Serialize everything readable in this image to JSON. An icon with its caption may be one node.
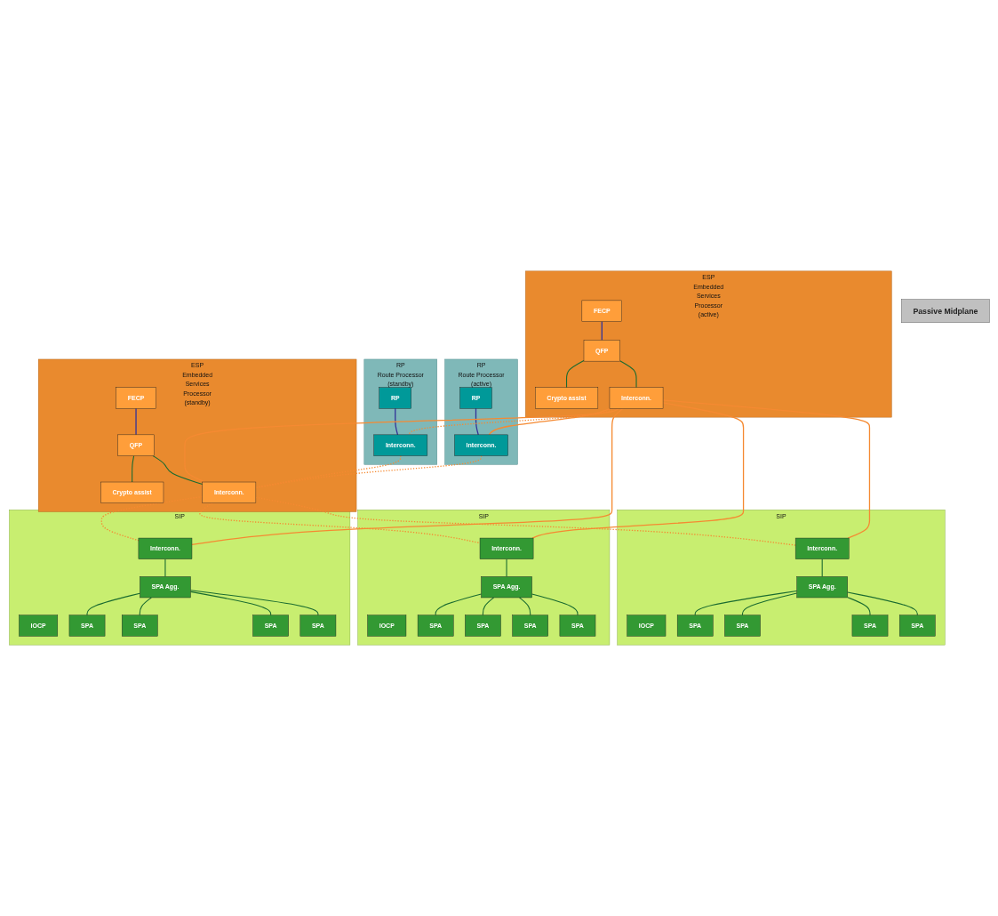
{
  "diagram": {
    "nodes": [
      {
        "text": [
          "ESP",
          "Embedded Services Processor (active)"
        ]
      },
      {
        "text": [
          "FECP"
        ],
        "in": 0
      },
      {
        "text": [
          "QFP"
        ],
        "in": 0
      },
      {
        "text": [
          "Crypto assist"
        ],
        "in": 0
      },
      {
        "text": [
          "Interconn."
        ],
        "in": 0
      },
      {
        "text": [
          "RP",
          "Route Processor (active)"
        ]
      },
      {
        "text": [
          "RP"
        ],
        "in": 5
      },
      {
        "text": [
          "Interconn."
        ],
        "in": 5
      },
      {
        "text": [
          "RP",
          "Route Processor (standby)"
        ]
      },
      {
        "text": [
          "RP"
        ],
        "in": 8
      },
      {
        "text": [
          "Interconn."
        ],
        "in": 8
      },
      {
        "text": [
          "ESP",
          "Embedded Services Processor (standby)"
        ]
      },
      {
        "text": [
          "FECP"
        ],
        "in": 11
      },
      {
        "text": [
          "QFP"
        ],
        "in": 11
      },
      {
        "text": [
          "Crypto assist"
        ],
        "in": 11
      },
      {
        "text": [
          "Interconn."
        ],
        "in": 11
      },
      {
        "text": [
          "Passive Midplane"
        ]
      },
      {
        "text": [
          "SIP"
        ]
      },
      {
        "text": [
          "Interconn."
        ],
        "in": 17
      },
      {
        "text": [
          "SPA Agg."
        ],
        "in": 17
      },
      {
        "text": [
          "IOCP"
        ],
        "in": 17
      },
      {
        "text": [
          "SPA"
        ],
        "in": 17
      },
      {
        "text": [
          "SPA"
        ],
        "in": 17
      },
      {
        "text": [
          "SPA"
        ],
        "in": 17
      },
      {
        "text": [
          "SPA"
        ],
        "in": 17
      },
      {
        "text": [
          "SIP"
        ]
      },
      {
        "text": [
          "Interconn."
        ],
        "in": 25
      },
      {
        "text": [
          "SPA Agg."
        ],
        "in": 25
      },
      {
        "text": [
          "IOCP"
        ],
        "in": 25
      },
      {
        "text": [
          "SPA"
        ],
        "in": 25
      },
      {
        "text": [
          "SPA"
        ],
        "in": 25
      },
      {
        "text": [
          "SPA"
        ],
        "in": 25
      },
      {
        "text": [
          "SPA"
        ],
        "in": 25
      },
      {
        "text": [
          "SIP"
        ]
      },
      {
        "text": [
          "Interconn."
        ],
        "in": 33
      },
      {
        "text": [
          "SPA Agg."
        ],
        "in": 33
      },
      {
        "text": [
          "IOCP"
        ],
        "in": 33
      },
      {
        "text": [
          "SPA"
        ],
        "in": 33
      },
      {
        "text": [
          "SPA"
        ],
        "in": 33
      },
      {
        "text": [
          "SPA"
        ],
        "in": 33
      },
      {
        "text": [
          "SPA"
        ],
        "in": 33
      }
    ],
    "edges": [
      {
        "from": 1,
        "to": 2,
        "arrow": "none",
        "color": "#333399"
      },
      {
        "from": 2,
        "to": 3,
        "arrow": "none"
      },
      {
        "from": 2,
        "to": 4,
        "arrow": "none"
      },
      {
        "from": 6,
        "to": 7,
        "arrow": "none",
        "color": "#333399"
      },
      {
        "from": 9,
        "to": 10,
        "arrow": "none",
        "color": "#333399"
      },
      {
        "from": 12,
        "to": 13,
        "arrow": "none",
        "color": "#333399"
      },
      {
        "from": 13,
        "to": 14,
        "arrow": "none"
      },
      {
        "from": 13,
        "to": 15,
        "arrow": "none"
      },
      {
        "from": 4,
        "to": 7,
        "arrow": "none",
        "color": "#f58a32"
      },
      {
        "from": 4,
        "to": 10,
        "arrow": "none",
        "style": "dashed",
        "color": "#f58a32"
      },
      {
        "from": 4,
        "to": 15,
        "arrow": "none",
        "color": "#f58a32"
      },
      {
        "from": 7,
        "to": 15,
        "arrow": "none",
        "style": "dashed",
        "color": "#f58a32"
      },
      {
        "from": 10,
        "to": 15,
        "arrow": "none",
        "style": "dashed",
        "color": "#f58a32"
      },
      {
        "from": 4,
        "to": 18,
        "arrow": "none",
        "color": "#f58a32"
      },
      {
        "from": 4,
        "to": 26,
        "arrow": "none",
        "color": "#f58a32"
      },
      {
        "from": 4,
        "to": 34,
        "arrow": "none",
        "color": "#f58a32"
      },
      {
        "from": 15,
        "to": 18,
        "arrow": "none",
        "style": "dashed",
        "color": "#f58a32"
      },
      {
        "from": 15,
        "to": 26,
        "arrow": "none",
        "style": "dashed",
        "color": "#f58a32"
      },
      {
        "from": 15,
        "to": 34,
        "arrow": "none",
        "style": "dashed",
        "color": "#f58a32"
      },
      {
        "from": 18,
        "to": 19,
        "arrow": "none"
      },
      {
        "from": 19,
        "to": 21,
        "arrow": "none"
      },
      {
        "from": 19,
        "to": 22,
        "arrow": "none"
      },
      {
        "from": 19,
        "to": 23,
        "arrow": "none"
      },
      {
        "from": 19,
        "to": 24,
        "arrow": "none"
      },
      {
        "from": 26,
        "to": 27,
        "arrow": "none"
      },
      {
        "from": 27,
        "to": 29,
        "arrow": "none"
      },
      {
        "from": 27,
        "to": 30,
        "arrow": "none"
      },
      {
        "from": 27,
        "to": 31,
        "arrow": "none"
      },
      {
        "from": 27,
        "to": 32,
        "arrow": "none"
      },
      {
        "from": 34,
        "to": 35,
        "arrow": "none"
      },
      {
        "from": 35,
        "to": 37,
        "arrow": "none"
      },
      {
        "from": 35,
        "to": 38,
        "arrow": "none"
      },
      {
        "from": 35,
        "to": 39,
        "arrow": "none"
      },
      {
        "from": 35,
        "to": 40,
        "arrow": "none"
      }
    ]
  }
}
